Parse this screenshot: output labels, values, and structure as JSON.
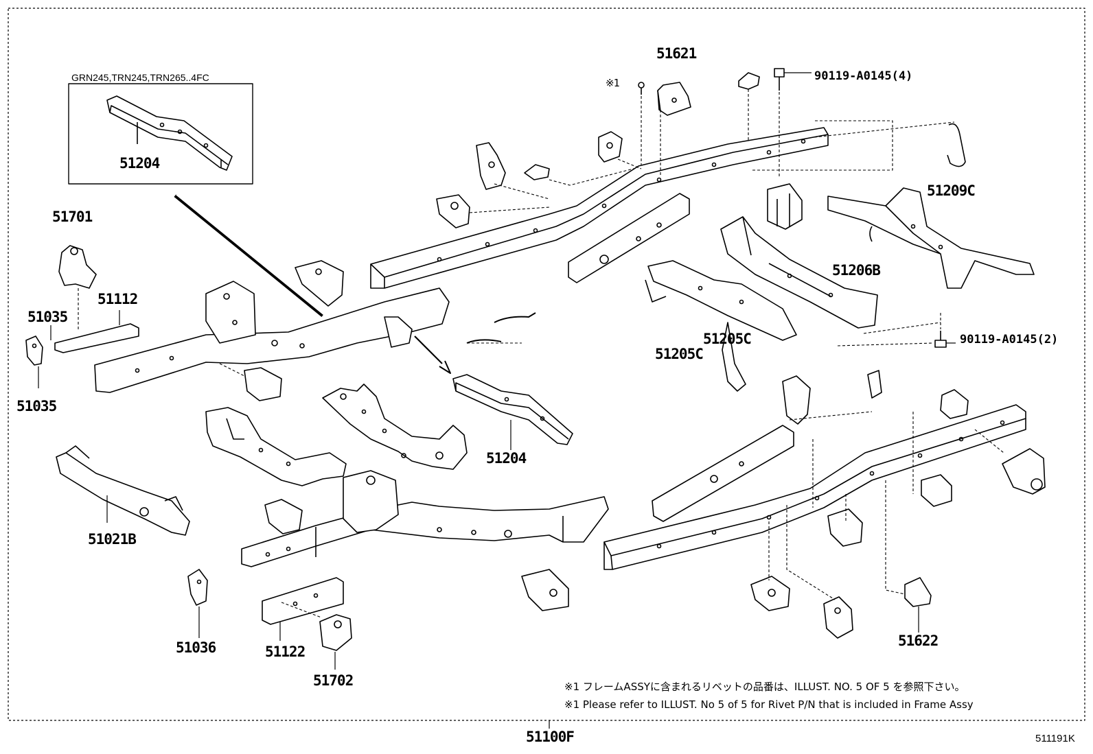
{
  "inset": {
    "models": "GRN245,TRN245,TRN265..4FC",
    "part": "51204"
  },
  "parts": {
    "p51621": "51621",
    "rivet_marker": "※1",
    "bolt4": "90119-A0145(4)",
    "p51209C": "51209C",
    "p51701": "51701",
    "p51112": "51112",
    "p51035_top": "51035",
    "p51035_bottom": "51035",
    "p51206B": "51206B",
    "bolt2": "90119-A0145(2)",
    "p51205C_a": "51205C",
    "p51205C_b": "51205C",
    "p51204_main": "51204",
    "p51021B": "51021B",
    "p51036": "51036",
    "p51122": "51122",
    "p51702": "51702",
    "p51622": "51622",
    "frame_assy": "51100F"
  },
  "notes": {
    "jp": "※1 フレームASSYに含まれるリベットの品番は、ILLUST. NO. 5 OF 5 を参照下さい。",
    "en": "※1 Please refer to ILLUST. No 5 of 5 for Rivet P/N that is included in Frame Assy"
  },
  "illustration_code": "511191K"
}
